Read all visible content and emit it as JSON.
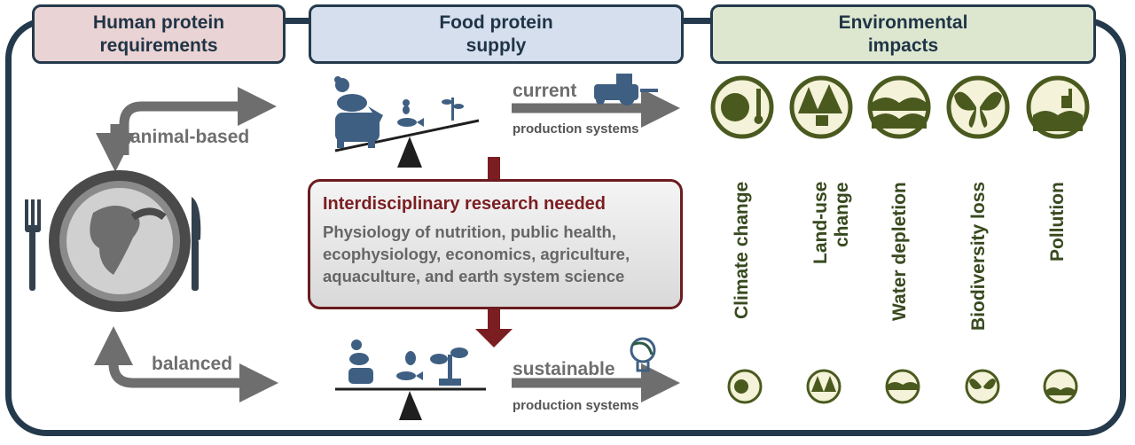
{
  "headers": {
    "human": "Human protein\nrequirements",
    "supply": "Food protein\nsupply",
    "impacts": "Environmental\nimpacts"
  },
  "diet_labels": {
    "top": "animal-based",
    "bottom": "balanced"
  },
  "production": {
    "current": "current",
    "sustainable": "sustainable",
    "systems_top": "production systems",
    "systems_bottom": "production systems"
  },
  "research": {
    "title": "Interdisciplinary research needed",
    "disciplines": "Physiology of nutrition, public health,\necophysiology, economics, agriculture,\naquaculture, and earth system science"
  },
  "impacts": [
    {
      "label": "Climate change",
      "icon": "globe-thermometer-icon"
    },
    {
      "label": "Land-use change",
      "icon": "forest-stump-icon"
    },
    {
      "label": "Water depletion",
      "icon": "waves-icon"
    },
    {
      "label": "Biodiversity loss",
      "icon": "butterfly-icon"
    },
    {
      "label": "Pollution",
      "icon": "factory-water-icon"
    }
  ],
  "colors": {
    "frame": "#243a4c",
    "arrow": "#6e6e6e",
    "food_icons": "#3f5f82",
    "impact_circle": "#4a5a1f",
    "research_border": "#6b1c1f"
  }
}
